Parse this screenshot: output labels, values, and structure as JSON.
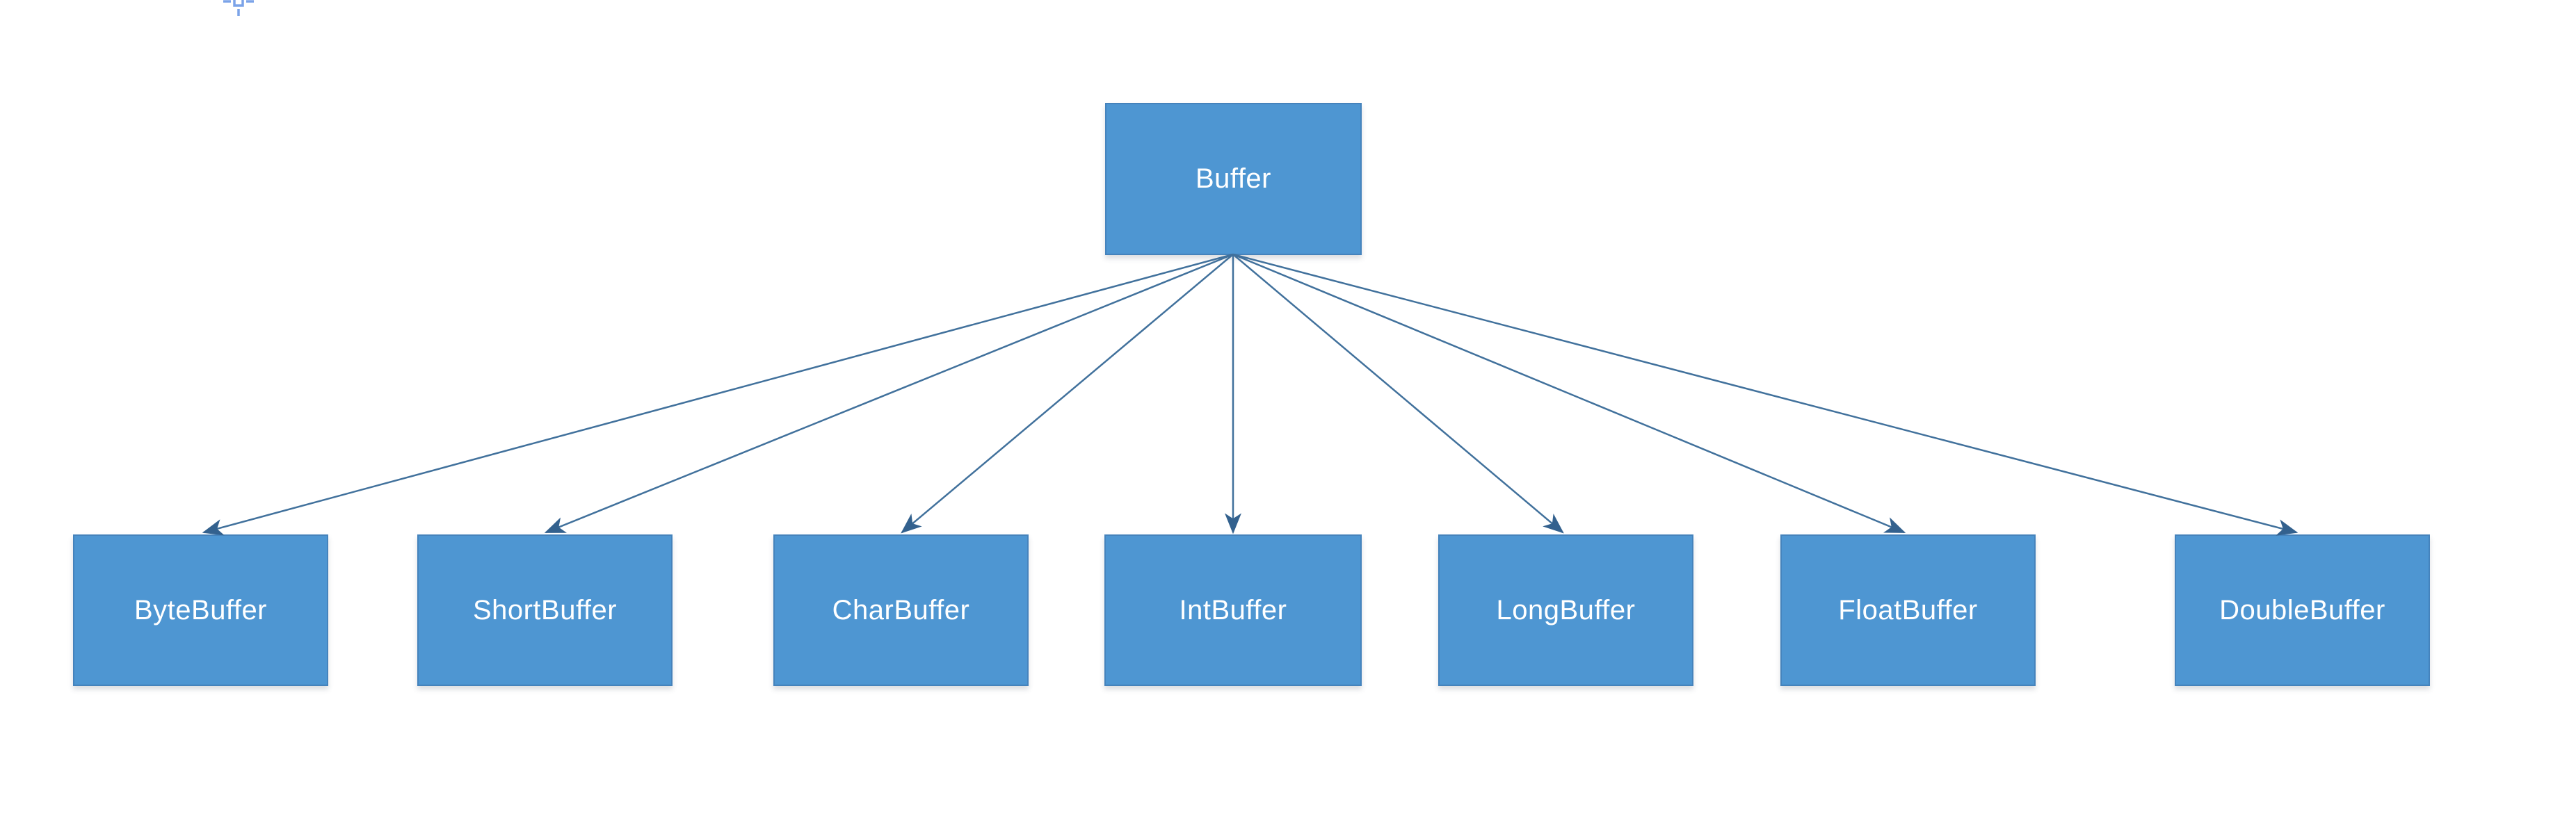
{
  "diagram": {
    "root": {
      "label": "Buffer"
    },
    "children": [
      {
        "label": "ByteBuffer"
      },
      {
        "label": "ShortBuffer"
      },
      {
        "label": "CharBuffer"
      },
      {
        "label": "IntBuffer"
      },
      {
        "label": "LongBuffer"
      },
      {
        "label": "FloatBuffer"
      },
      {
        "label": "DoubleBuffer"
      }
    ],
    "edges": [
      {
        "from": "Buffer",
        "to": "ByteBuffer"
      },
      {
        "from": "Buffer",
        "to": "ShortBuffer"
      },
      {
        "from": "Buffer",
        "to": "CharBuffer"
      },
      {
        "from": "Buffer",
        "to": "IntBuffer"
      },
      {
        "from": "Buffer",
        "to": "LongBuffer"
      },
      {
        "from": "Buffer",
        "to": "FloatBuffer"
      },
      {
        "from": "Buffer",
        "to": "DoubleBuffer"
      }
    ]
  },
  "icons": {
    "cursor": "crosshair-icon"
  },
  "colors": {
    "node-fill": "#4E96D2",
    "node-border": "#4583BC",
    "connector": "#41719C",
    "arrowhead": "#33618E",
    "icon": "#7BA3E8",
    "label": "#FFFFFF"
  }
}
